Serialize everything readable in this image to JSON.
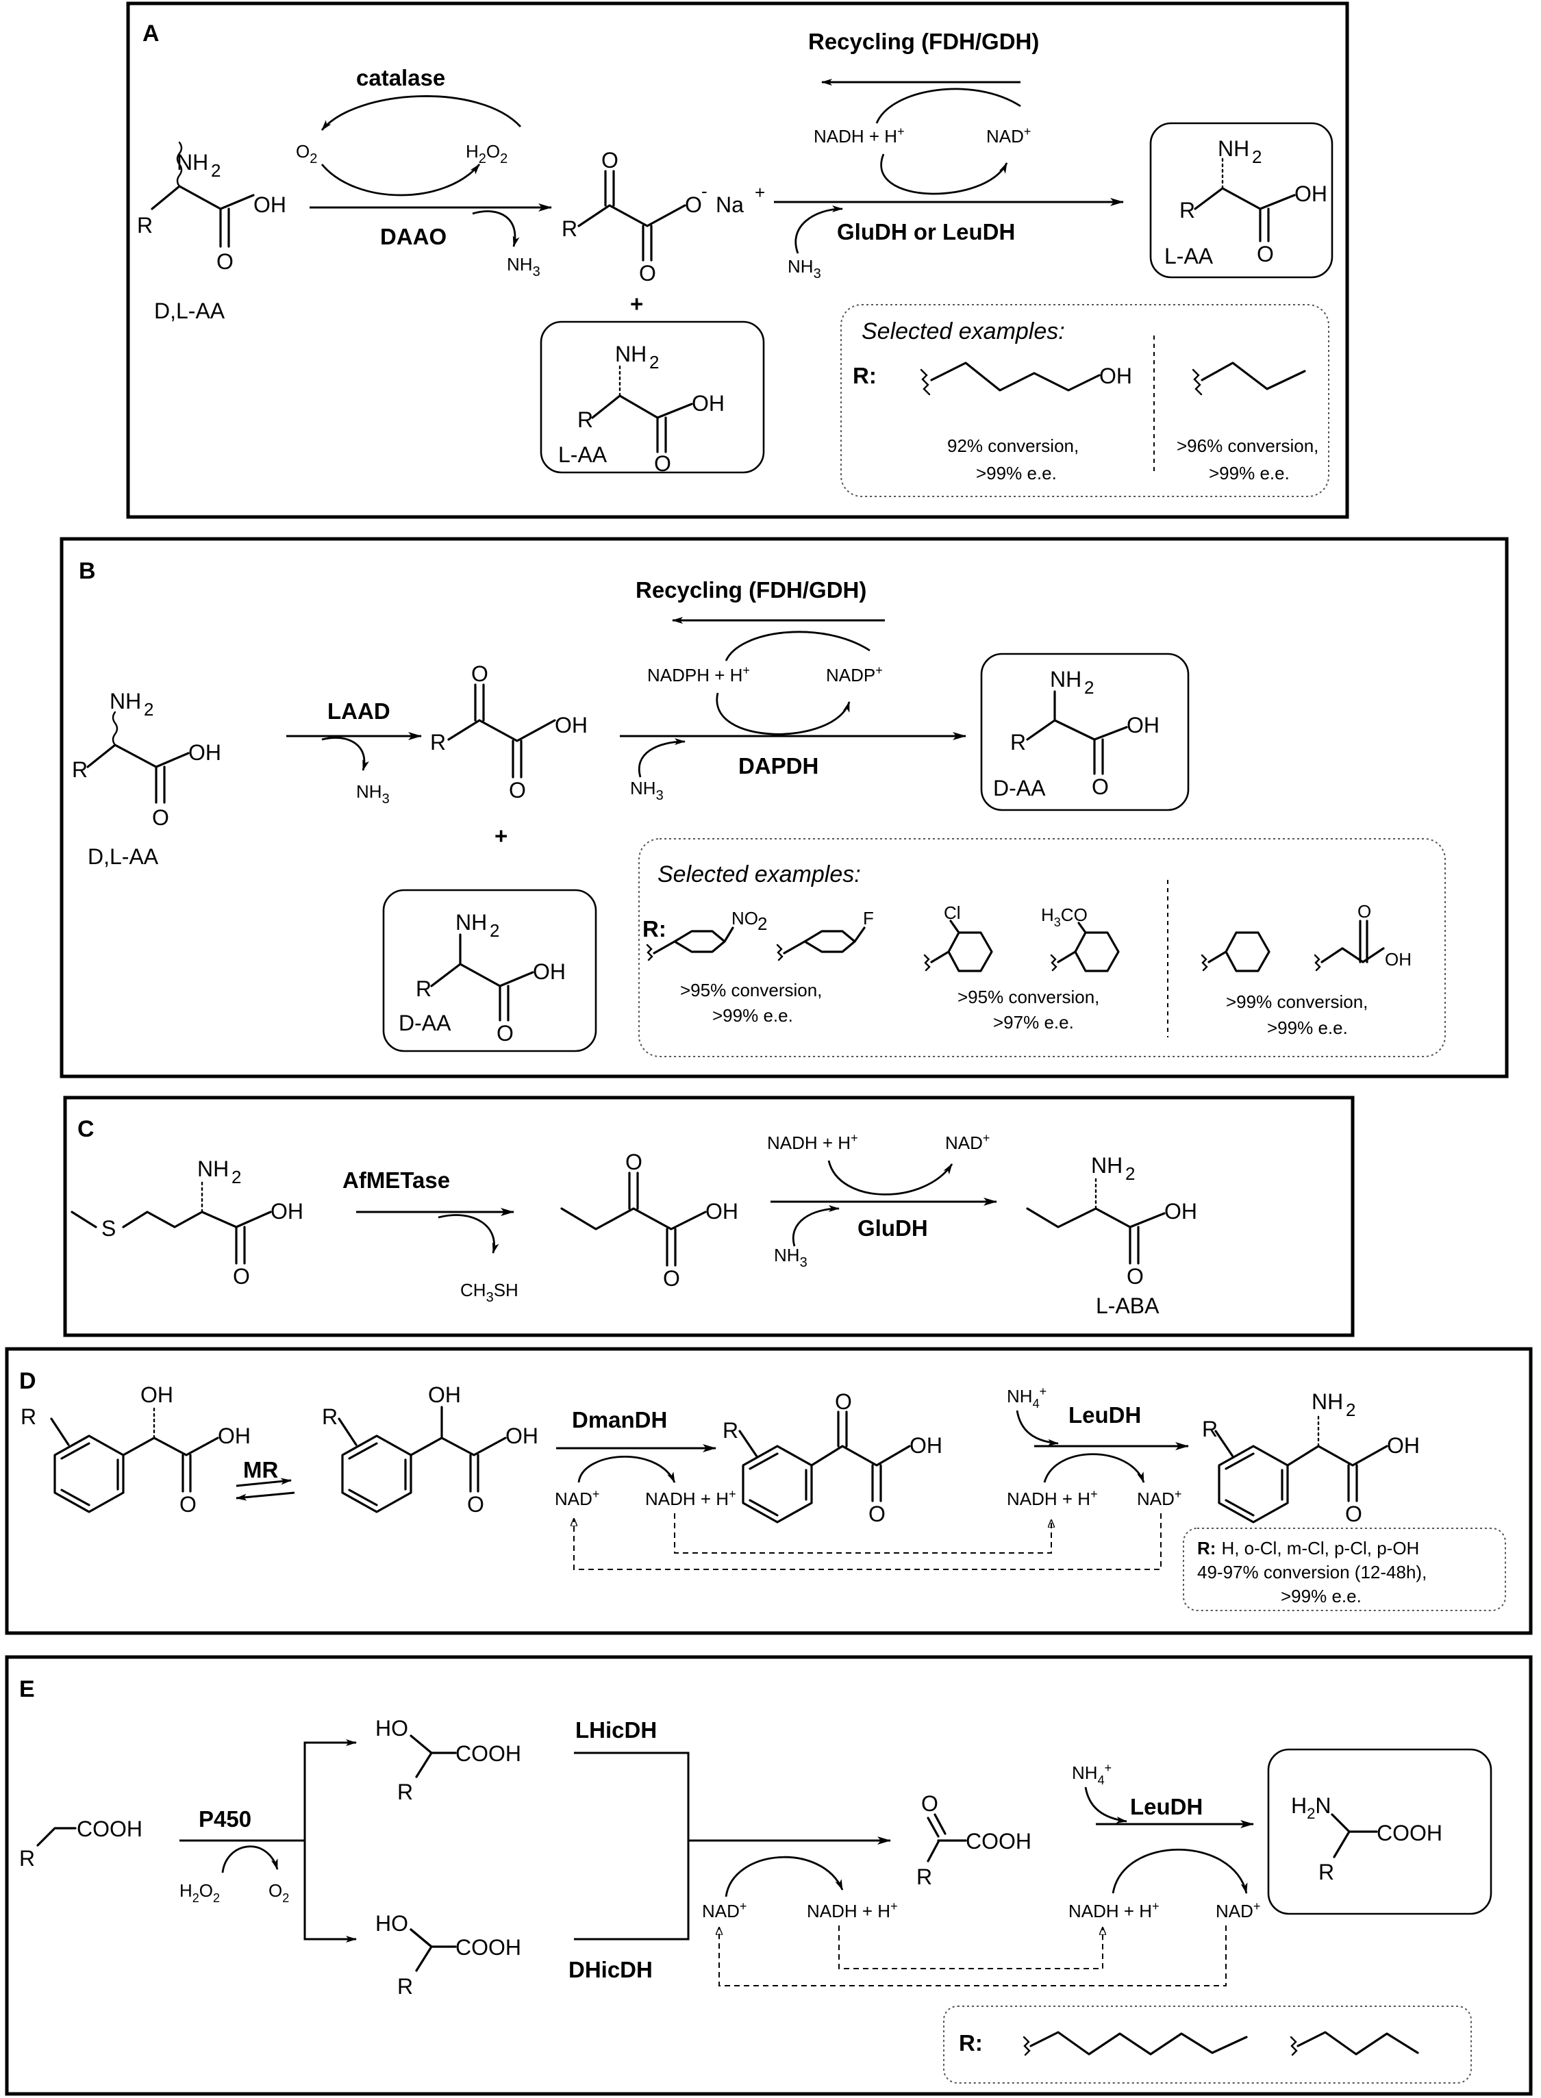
{
  "panels": {
    "A": {
      "letter": "A",
      "substrate": "D,L-AA",
      "catalase": "catalase",
      "o2": "O",
      "o2_sub": "2",
      "h2o2_a": "H",
      "h2o2_b": "2",
      "h2o2_c": "O",
      "h2o2_d": "2",
      "enzyme1": "DAAO",
      "nh3_out": "NH",
      "nh3_sub": "3",
      "ketoacid_charge": "-",
      "na": "Na",
      "na_charge": "+",
      "plus": "+",
      "recycling": "Recycling (FDH/GDH)",
      "nadh": "NADH + H",
      "nadh_sup": "+",
      "nad": "NAD",
      "nad_sup": "+",
      "enzyme2": "GluDH or LeuDH",
      "nh3_in": "NH",
      "nh3_in_sub": "3",
      "product": "L-AA",
      "side_product": "L-AA",
      "examples_title": "Selected examples:",
      "r_label": "R:",
      "example1": [
        "92% conversion,",
        ">99% e.e."
      ],
      "example2": [
        ">96% conversion,",
        ">99% e.e."
      ]
    },
    "B": {
      "letter": "B",
      "substrate": "D,L-AA",
      "enzyme1": "LAAD",
      "nh3_out": "NH",
      "nh3_sub": "3",
      "plus": "+",
      "recycling": "Recycling (FDH/GDH)",
      "nadph": "NADPH + H",
      "nadph_sup": "+",
      "nadp": "NADP",
      "nadp_sup": "+",
      "enzyme2": "DAPDH",
      "nh3_in": "NH",
      "nh3_in_sub": "3",
      "product": "D-AA",
      "side_product": "D-AA",
      "examples_title": "Selected examples:",
      "r_label": "R:",
      "no2": "NO",
      "no2_sub": "2",
      "f": "F",
      "cl": "Cl",
      "h3co": "H",
      "h3co_sub": "3",
      "h3co_tail": "CO",
      "oh": "OH",
      "example1": [
        ">95% conversion,",
        ">99% e.e."
      ],
      "example2": [
        ">95% conversion,",
        ">97% e.e."
      ],
      "example3": [
        ">99% conversion,",
        ">99% e.e."
      ]
    },
    "C": {
      "letter": "C",
      "s": "S",
      "enzyme1": "AfMETase",
      "ch3sh": "CH",
      "ch3sh_sub": "3",
      "ch3sh_tail": "SH",
      "nadh": "NADH + H",
      "nadh_sup": "+",
      "nad": "NAD",
      "nad_sup": "+",
      "enzyme2": "GluDH",
      "nh3_in": "NH",
      "nh3_in_sub": "3",
      "product": "L-ABA"
    },
    "D": {
      "letter": "D",
      "enzyme_mr": "MR",
      "enzyme1": "DmanDH",
      "nad": "NAD",
      "nad_sup": "+",
      "nadh": "NADH + H",
      "nadh_sup": "+",
      "nh4": "NH",
      "nh4_sub": "4",
      "nh4_sup": "+",
      "enzyme2": "LeuDH",
      "r_label": "R:",
      "r_values": "H, o-Cl, m-Cl, p-Cl, p-OH",
      "conversion": "49-97% conversion  (12-48h),",
      "ee": ">99% e.e."
    },
    "E": {
      "letter": "E",
      "cooh": "COOH",
      "enzyme_p450": "P450",
      "h2o2_a": "H",
      "h2o2_b": "2",
      "h2o2_c": "O",
      "h2o2_d": "2",
      "o2": "O",
      "o2_sub": "2",
      "enzyme_l": "LHicDH",
      "enzyme_d": "DHicDH",
      "nad": "NAD",
      "nad_sup": "+",
      "nadh": "NADH + H",
      "nadh_sup": "+",
      "nh4": "NH",
      "nh4_sub": "4",
      "nh4_sup": "+",
      "enzyme2": "LeuDH",
      "h2n": "H",
      "h2n_sub": "2",
      "h2n_tail": "N",
      "r_label": "R:"
    }
  },
  "atoms": {
    "R": "R",
    "NH": "NH",
    "two": "2",
    "OH": "OH",
    "HO": "HO",
    "O": "O",
    "COOH": "COOH"
  }
}
